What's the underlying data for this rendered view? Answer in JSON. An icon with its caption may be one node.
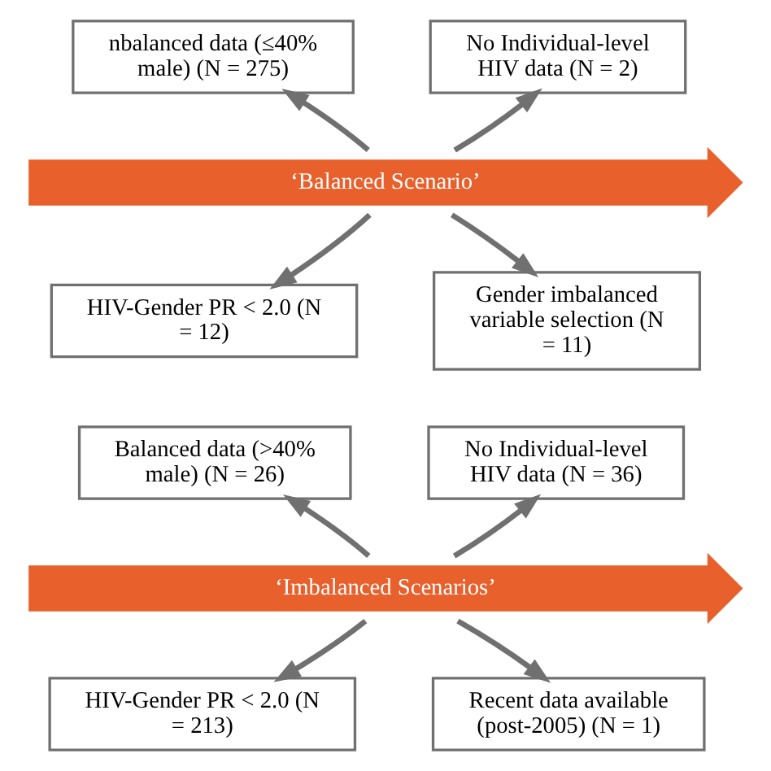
{
  "diagram": {
    "nodes": [
      {
        "text": [
          "nbalanced data (≤40% male) (N = 275)"
        ]
      },
      {
        "text": [
          "No Individual-level HIV data (N = 2)"
        ]
      },
      {
        "text": [
          "‘Balanced Scenario’"
        ]
      },
      {
        "text": [
          "HIV-Gender PR < 2.0 (N = 12)"
        ]
      },
      {
        "text": [
          "Gender imbalanced variable selection (N = 11)"
        ]
      },
      {
        "text": [
          "Balanced data (>40% male) (N = 26)"
        ]
      },
      {
        "text": [
          "No Individual-level HIV data (N = 36)"
        ]
      },
      {
        "text": [
          "‘Imbalanced Scenarios’"
        ]
      },
      {
        "text": [
          "HIV-Gender PR < 2.0 (N = 213)"
        ]
      },
      {
        "text": [
          "Recent data available (post-2005) (N = 1)"
        ]
      }
    ],
    "edges": [
      {
        "from": 2,
        "to": 0,
        "arrow": "to"
      },
      {
        "from": 2,
        "to": 1,
        "arrow": "to"
      },
      {
        "from": 2,
        "to": 3,
        "arrow": "to"
      },
      {
        "from": 2,
        "to": 4,
        "arrow": "to"
      },
      {
        "from": 7,
        "to": 5,
        "arrow": "to"
      },
      {
        "from": 7,
        "to": 6,
        "arrow": "to"
      },
      {
        "from": 7,
        "to": 8,
        "arrow": "to"
      },
      {
        "from": 7,
        "to": 9,
        "arrow": "to"
      }
    ]
  }
}
